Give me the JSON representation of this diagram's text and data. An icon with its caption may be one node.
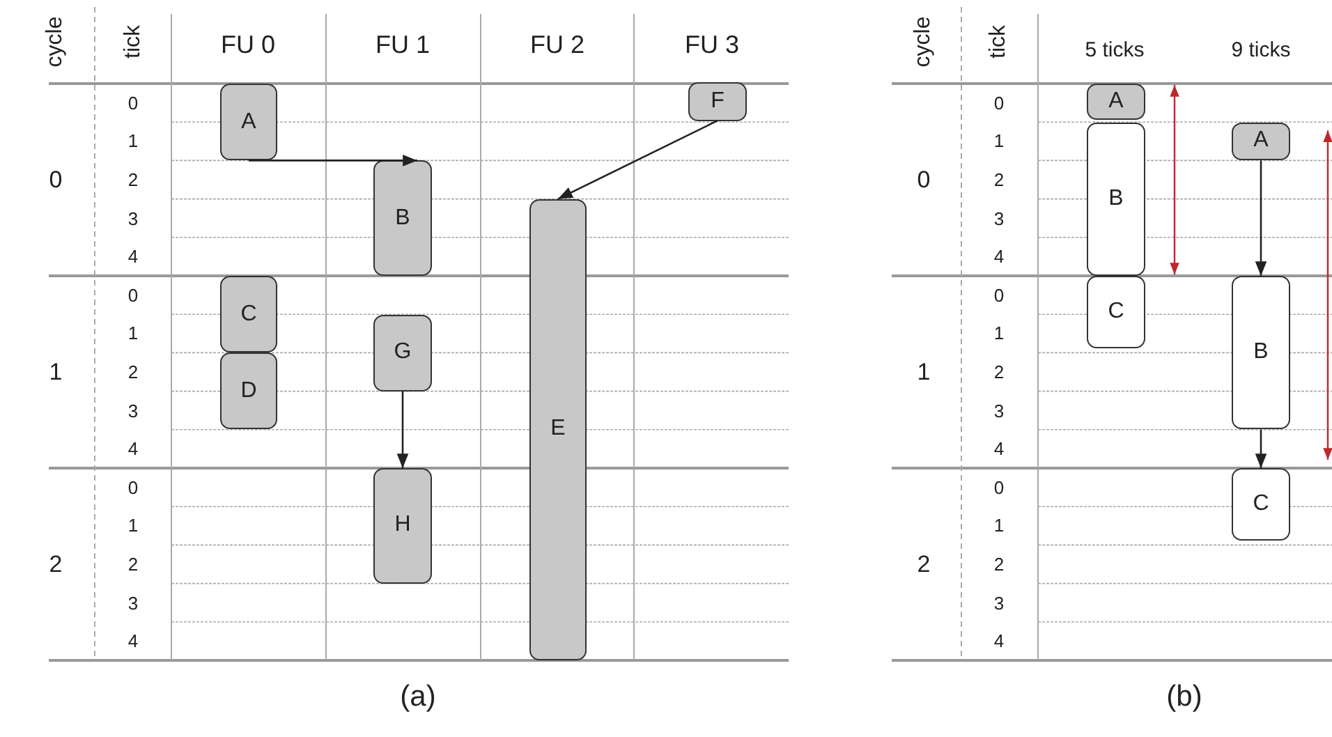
{
  "diagram": {
    "nodes": [
      {
        "text": [
          "A"
        ]
      },
      {
        "text": [
          "B"
        ]
      },
      {
        "text": [
          "C"
        ]
      },
      {
        "text": [
          "D"
        ]
      },
      {
        "text": [
          "E"
        ]
      },
      {
        "text": [
          "F"
        ]
      },
      {
        "text": [
          "G"
        ]
      },
      {
        "text": [
          "H"
        ]
      },
      {
        "text": [
          "A"
        ]
      },
      {
        "text": [
          "B"
        ]
      },
      {
        "text": [
          "C"
        ]
      },
      {
        "text": [
          "A"
        ]
      },
      {
        "text": [
          "B"
        ]
      },
      {
        "text": [
          "C"
        ]
      }
    ],
    "edges": [
      {
        "from": 0,
        "to": 1,
        "arrow": "to"
      },
      {
        "from": 5,
        "to": 4,
        "arrow": "to"
      },
      {
        "from": 6,
        "to": 7,
        "arrow": "to"
      },
      {
        "from": 11,
        "to": 12,
        "arrow": "to"
      },
      {
        "from": 12,
        "to": 13,
        "arrow": "to"
      }
    ],
    "labels": [
      "cycle",
      "tick",
      "FU 0",
      "FU 1",
      "FU 2",
      "FU 3",
      "0",
      "0",
      "1",
      "2",
      "3",
      "4",
      "1",
      "0",
      "1",
      "2",
      "3",
      "4",
      "2",
      "0",
      "1",
      "2",
      "3",
      "4",
      "(a)",
      "cycle",
      "tick",
      "5 ticks",
      "9 ticks",
      "0",
      "0",
      "1",
      "2",
      "3",
      "4",
      "1",
      "0",
      "1",
      "2",
      "3",
      "4",
      "2",
      "0",
      "1",
      "2",
      "3",
      "4",
      "(b)"
    ]
  }
}
